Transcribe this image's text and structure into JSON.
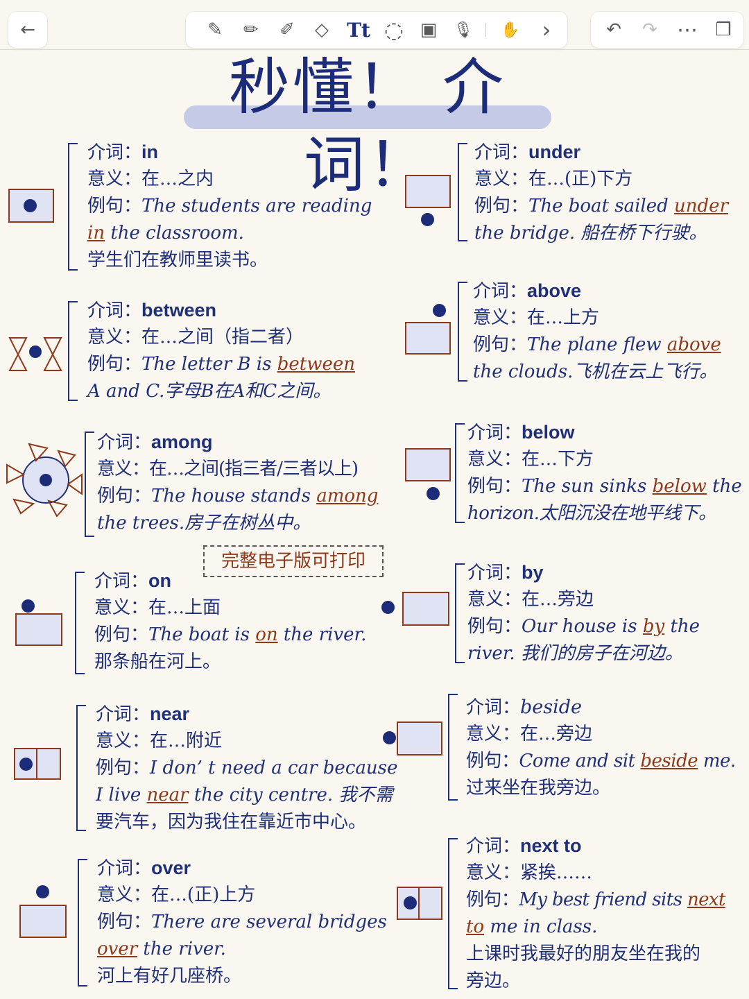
{
  "toolbar": {
    "back": "←",
    "tools": [
      {
        "name": "pen-tool-icon",
        "glyph": "✎"
      },
      {
        "name": "pencil-tool-icon",
        "glyph": "✏"
      },
      {
        "name": "highlighter-tool-icon",
        "glyph": "✐"
      },
      {
        "name": "eraser-tool-icon",
        "glyph": "◇"
      },
      {
        "name": "text-tool-icon",
        "glyph": "Tt"
      },
      {
        "name": "lasso-tool-icon",
        "glyph": "◌"
      },
      {
        "name": "image-tool-icon",
        "glyph": "▣"
      },
      {
        "name": "mic-tool-icon",
        "glyph": "🎙"
      },
      {
        "name": "hand-tool-icon",
        "glyph": "✋"
      },
      {
        "name": "chevron-right-icon",
        "glyph": "›"
      }
    ],
    "right": [
      {
        "name": "undo-icon",
        "glyph": "↶"
      },
      {
        "name": "redo-icon",
        "glyph": "↷"
      },
      {
        "name": "more-icon",
        "glyph": "⋯"
      },
      {
        "name": "pages-icon",
        "glyph": "❐"
      }
    ]
  },
  "note": {
    "title": "秒懂！ 介词！",
    "banner": "完整电子版可打印",
    "labels": {
      "prep": "介词：",
      "meaning": "意义：",
      "example": "例句："
    },
    "entries": {
      "in": {
        "word": "in",
        "meaning": "在…之内",
        "ex1_pre": "The students are reading",
        "ex2_u": "in",
        "ex2_post": " the classroom.",
        "cn": "学生们在教师里读书。"
      },
      "under": {
        "word": "under",
        "meaning": "在…(正)下方",
        "ex1_pre": "The boat sailed ",
        "ex1_u": "under",
        "ex2_post": "the bridge. 船在桥下行驶。"
      },
      "between": {
        "word": "between",
        "meaning": "在…之间（指二者）",
        "ex1_pre": "The letter B is ",
        "ex1_u": "between",
        "ex2_post": "A and C.字母B在A和C之间。"
      },
      "above": {
        "word": "above",
        "meaning": "在…上方",
        "ex1_pre": "The plane flew ",
        "ex1_u": "above",
        "ex2_post": "the clouds.飞机在云上飞行。"
      },
      "among": {
        "word": "among",
        "meaning": "在…之间(指三者/三者以上)",
        "ex1_pre": "The house stands ",
        "ex1_u": "among",
        "ex2_post": "the trees.房子在树丛中。"
      },
      "below": {
        "word": "below",
        "meaning": "在…下方",
        "ex1_pre": "The sun sinks ",
        "ex1_u": "below",
        "ex1_post": " the",
        "ex2_post": "horizon.太阳沉没在地平线下。"
      },
      "on": {
        "word": "on",
        "meaning": "在…上面",
        "ex1_pre": "The boat is ",
        "ex1_u": "on",
        "ex1_post": " the river.",
        "cn": " 那条船在河上。"
      },
      "by": {
        "word": "by",
        "meaning": "在…旁边",
        "ex1_pre": "Our house is ",
        "ex1_u": "by",
        "ex1_post": " the",
        "ex2_post": "river. 我们的房子在河边。"
      },
      "near": {
        "word": "near",
        "meaning": "在…附近",
        "ex1_pre": "I don’ t need a car because",
        "ex2_pre": "I live ",
        "ex2_u": "near",
        "ex2_post": " the city centre. 我不需",
        "cn": "要汽车，因为我住在靠近市中心。"
      },
      "beside": {
        "word": "beside",
        "meaning": "在…旁边",
        "ex1_pre": "Come and sit ",
        "ex1_u": "beside",
        "ex1_post": " me.",
        "cn": "过来坐在我旁边。"
      },
      "over": {
        "word": "over",
        "meaning": "在…(正)上方",
        "ex1_pre": "There are several bridges",
        "ex2_u": "over",
        "ex2_post": " the river.",
        "cn": "河上有好几座桥。"
      },
      "nextto": {
        "word": "next to",
        "meaning": "紧挨……",
        "ex1_pre": "My best friend sits ",
        "ex1_u": "next",
        "ex2_u": "to",
        "ex2_post": " me in class.",
        "cn": "上课时我最好的朋友坐在我的",
        "cn2": "旁边。"
      }
    }
  },
  "colors": {
    "ink": "#1f2f78",
    "accent": "#8e3a1a",
    "fill": "#dfe3f4",
    "paper": "#faf7f0",
    "highlight": "#c5cbe6"
  }
}
